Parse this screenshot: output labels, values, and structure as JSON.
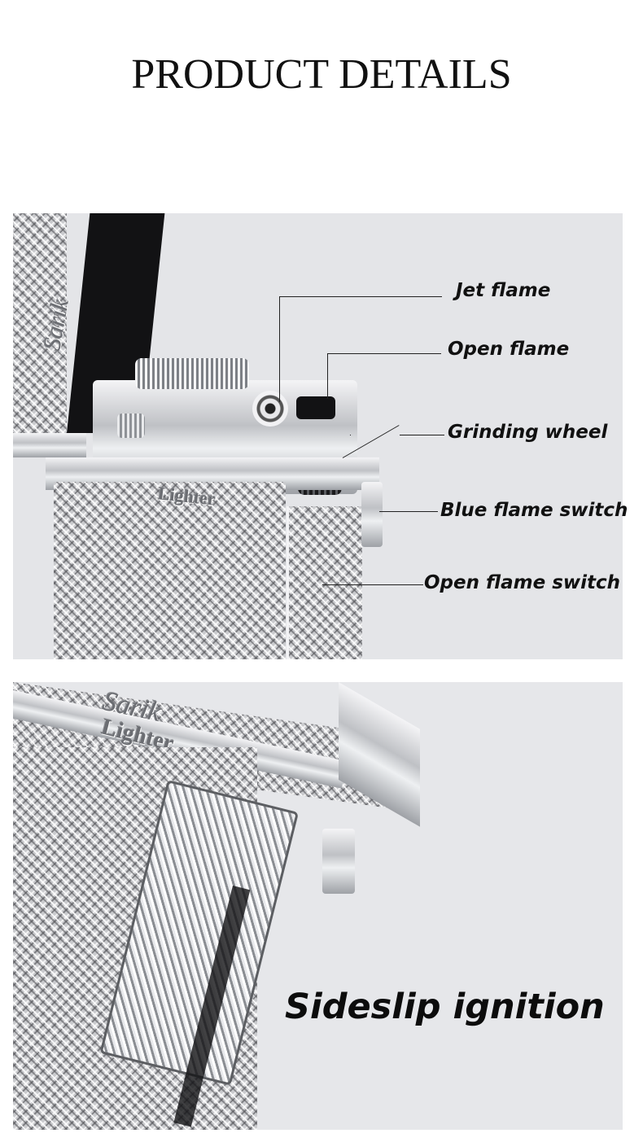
{
  "header": {
    "title": "PRODUCT DETAILS"
  },
  "callouts": [
    {
      "label": "Jet flame"
    },
    {
      "label": "Open flame"
    },
    {
      "label": "Grinding wheel"
    },
    {
      "label": "Blue flame switch"
    },
    {
      "label": "Open flame switch"
    }
  ],
  "engravings": {
    "brand_script": "Sarik",
    "model": "Lighter"
  },
  "bottom": {
    "caption": "Sideslip ignition"
  },
  "colors": {
    "background": "#e4e5e8",
    "text": "#111111",
    "metal": "#c9cacd"
  }
}
